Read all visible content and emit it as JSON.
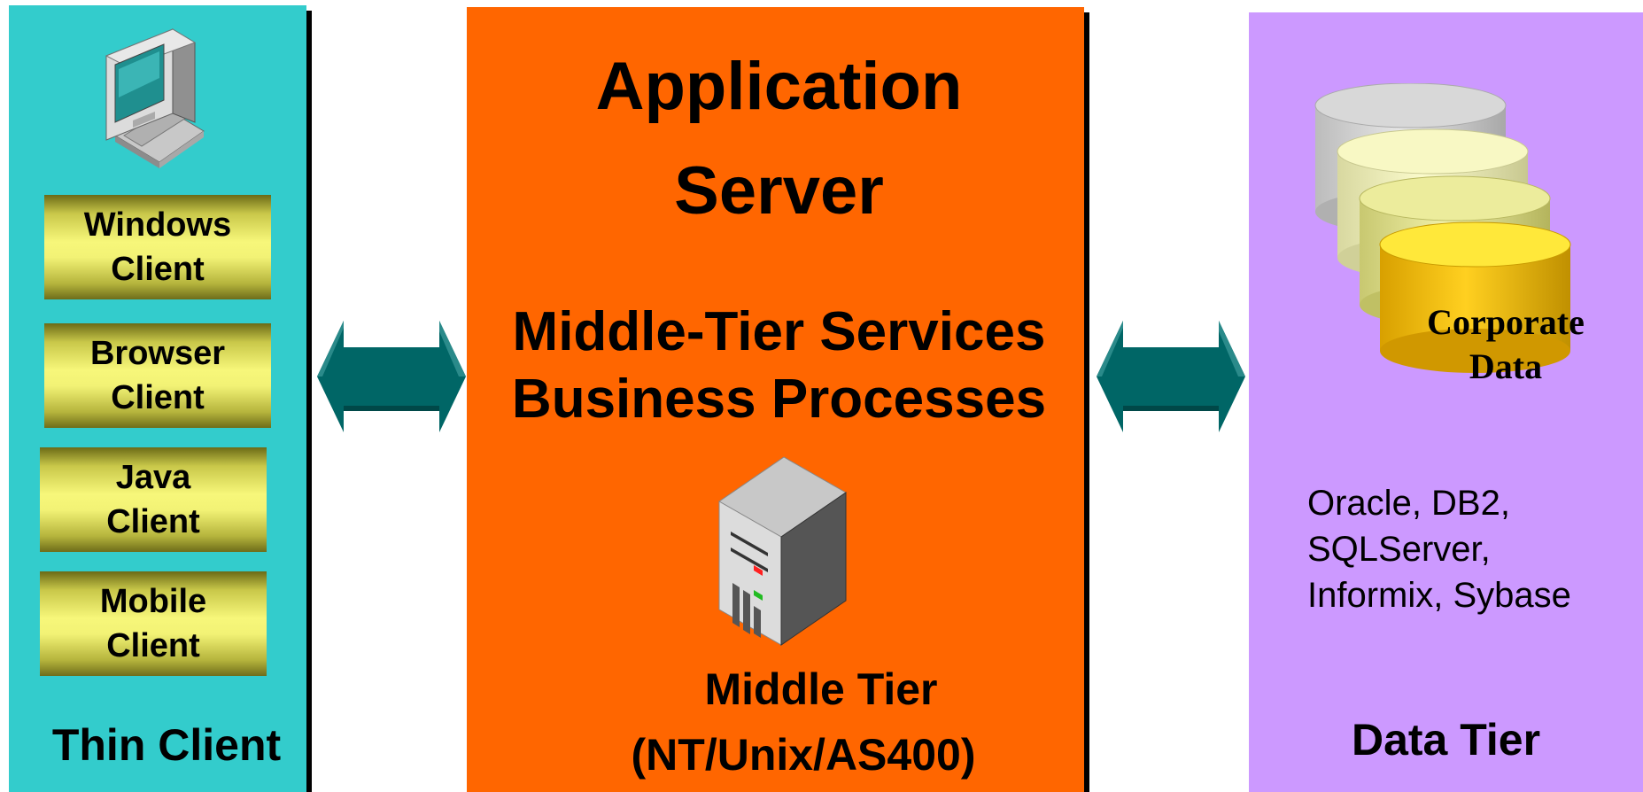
{
  "thin_client": {
    "title": "Thin Client",
    "clients": [
      {
        "line1": "Windows",
        "line2": "Client"
      },
      {
        "line1": "Browser",
        "line2": "Client"
      },
      {
        "line1": "Java",
        "line2": "Client"
      },
      {
        "line1": "Mobile",
        "line2": "Client"
      }
    ]
  },
  "app_server": {
    "title_line1": "Application",
    "title_line2": "Server",
    "services_line1": "Middle-Tier Services",
    "services_line2": "Business Processes",
    "tier_line1": "Middle Tier",
    "tier_line2": "(NT/Unix/AS400)"
  },
  "data_tier": {
    "db_label_line1": "Corporate",
    "db_label_line2": "Data",
    "vendors_line1": "Oracle, DB2,",
    "vendors_line2": "SQLServer,",
    "vendors_line3": "Informix, Sybase",
    "title": "Data Tier"
  },
  "colors": {
    "thin_client_panel": "#33cccc",
    "app_server_panel": "#ff6600",
    "data_tier_panel": "#cc99ff",
    "arrow": "#006666",
    "client_box": "#f7f77a"
  }
}
